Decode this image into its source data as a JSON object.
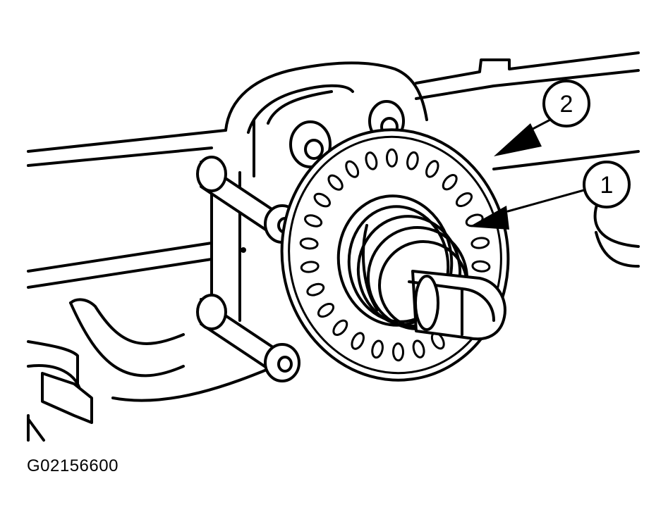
{
  "callouts": [
    {
      "number": "1",
      "target": "tone-ring-inner-edge"
    },
    {
      "number": "2",
      "target": "tone-ring-outer-edge"
    }
  ],
  "figure_code": "G02156600"
}
